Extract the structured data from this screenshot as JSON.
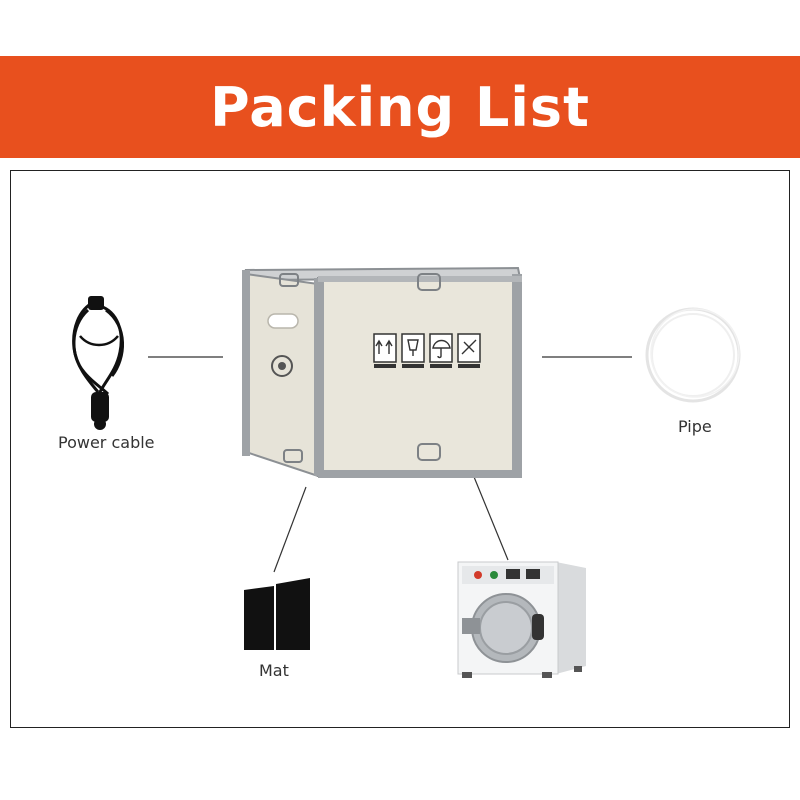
{
  "header": {
    "title": "Packing List"
  },
  "items": {
    "power_cable": {
      "label": "Power cable"
    },
    "pipe": {
      "label": "Pipe"
    },
    "mat": {
      "label": "Mat"
    }
  },
  "colors": {
    "banner": "#e8501e",
    "frame_border": "#222222",
    "box_panel": "#e6e3d8",
    "box_frame": "#8c9094"
  }
}
